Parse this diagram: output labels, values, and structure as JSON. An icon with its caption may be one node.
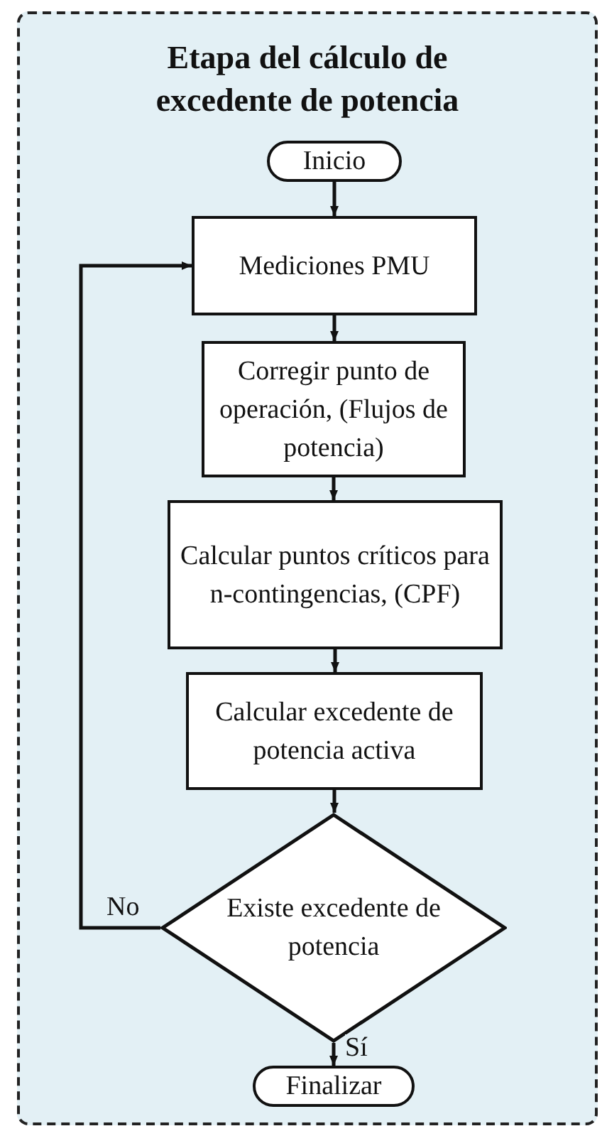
{
  "diagram": {
    "nodes": [
      {
        "text": [
          "Etapa del cálculo de excedente de potencia"
        ]
      },
      {
        "text": [
          "Inicio"
        ],
        "in": 0
      },
      {
        "text": [
          "Mediciones PMU"
        ],
        "in": 0
      },
      {
        "text": [
          "Corregir punto de operación, (Flujos de potencia)"
        ],
        "in": 0
      },
      {
        "text": [
          "Calcular puntos críticos para n-contingencias, (CPF)"
        ],
        "in": 0
      },
      {
        "text": [
          "Calcular excedente de potencia activa"
        ],
        "in": 0
      },
      {
        "text": [
          "Existe excedente de potencia"
        ],
        "in": 0
      },
      {
        "text": [
          "Finalizar"
        ],
        "in": 0
      }
    ],
    "edges": [
      {
        "from": 1,
        "to": 2,
        "arrow": "to"
      },
      {
        "from": 2,
        "to": 3,
        "arrow": "to"
      },
      {
        "from": 3,
        "to": 4,
        "arrow": "to"
      },
      {
        "from": 4,
        "to": 5,
        "arrow": "to"
      },
      {
        "from": 5,
        "to": 6,
        "arrow": "to"
      },
      {
        "from": 6,
        "to": 7,
        "arrow": "to",
        "label": "Sí"
      },
      {
        "from": 6,
        "to": 2,
        "arrow": "to",
        "label": "No"
      }
    ]
  }
}
